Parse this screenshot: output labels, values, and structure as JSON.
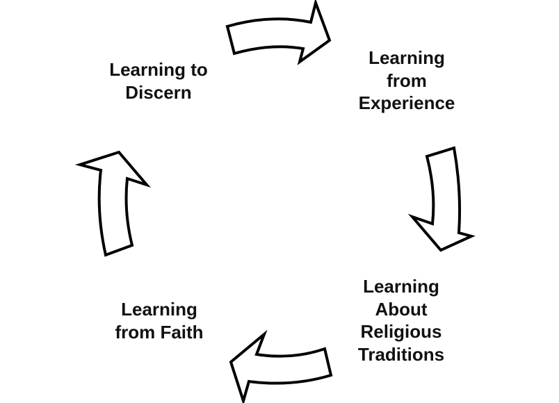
{
  "diagram": {
    "type": "cycle",
    "stroke_color": "#000000",
    "fill_color": "#ffffff",
    "nodes": [
      {
        "id": "discern",
        "lines": [
          "Learning to",
          "Discern"
        ]
      },
      {
        "id": "experience",
        "lines": [
          "Learning",
          "from",
          "Experience"
        ]
      },
      {
        "id": "traditions",
        "lines": [
          "Learning",
          "About",
          "Religious",
          "Traditions"
        ]
      },
      {
        "id": "faith",
        "lines": [
          "Learning",
          "from Faith"
        ]
      }
    ],
    "edges": [
      {
        "from": "discern",
        "to": "experience"
      },
      {
        "from": "experience",
        "to": "traditions"
      },
      {
        "from": "traditions",
        "to": "faith"
      },
      {
        "from": "faith",
        "to": "discern"
      }
    ]
  }
}
